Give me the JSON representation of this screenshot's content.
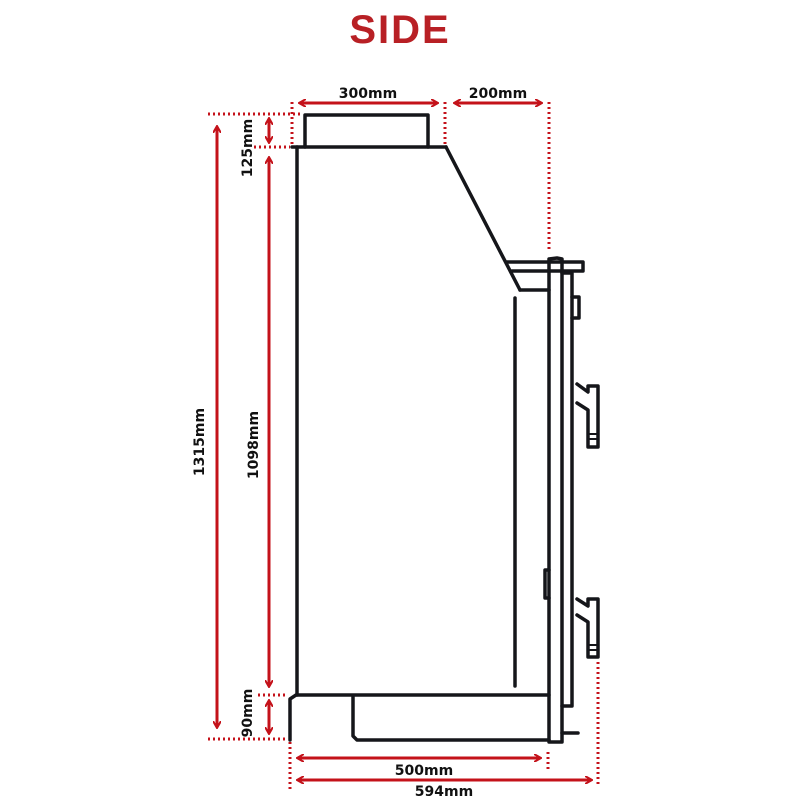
{
  "title": "SIDE",
  "colors": {
    "title": "#b82025",
    "dimension": "#c4121a",
    "outline": "#15161a",
    "background": "#ffffff"
  },
  "dimensions": {
    "top_flue_width": "300mm",
    "flue_offset": "200mm",
    "flue_height": "125mm",
    "total_height": "1315mm",
    "body_height": "1098mm",
    "base_height": "90mm",
    "body_depth": "500mm",
    "total_depth": "594mm"
  }
}
